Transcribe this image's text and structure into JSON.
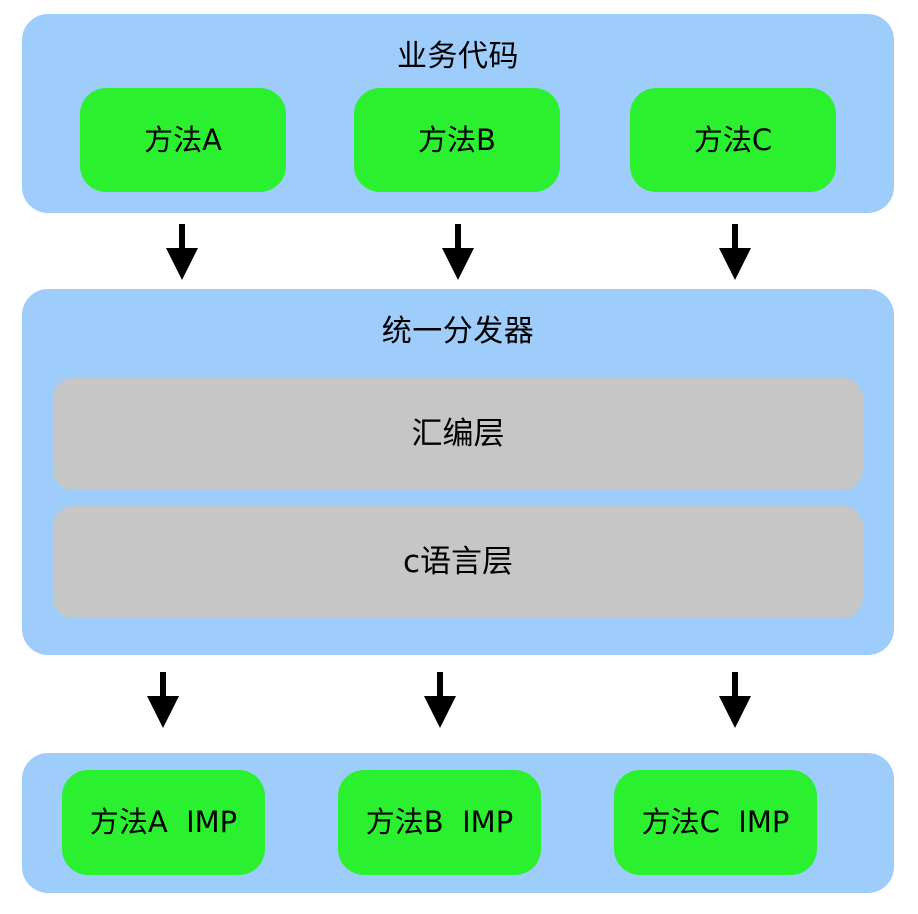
{
  "diagram": {
    "title_semantic": "objc-message-dispatch-layers",
    "colors": {
      "panel_blue": "#9fcdfb",
      "box_green": "#2bf02f",
      "sublayer_gray": "#c6c6c6",
      "text_black": "#000000",
      "background": "#ffffff",
      "arrow": "#000000"
    },
    "layers": [
      {
        "id": "business",
        "title": "业务代码",
        "boxes": [
          {
            "id": "method-a",
            "label": "方法A"
          },
          {
            "id": "method-b",
            "label": "方法B"
          },
          {
            "id": "method-c",
            "label": "方法C"
          }
        ]
      },
      {
        "id": "dispatcher",
        "title": "统一分发器",
        "sublayers": [
          {
            "id": "sublayer-asm",
            "label": "汇编层"
          },
          {
            "id": "sublayer-c",
            "label": "c语言层"
          }
        ]
      },
      {
        "id": "imp",
        "title": "",
        "boxes": [
          {
            "id": "imp-a",
            "label": "方法A  IMP"
          },
          {
            "id": "imp-b",
            "label": "方法B  IMP"
          },
          {
            "id": "imp-c",
            "label": "方法C  IMP"
          }
        ]
      }
    ],
    "connectors": [
      {
        "id": "arrow-1-a",
        "icon": "arrow-down-icon",
        "from": "method-a",
        "to": "dispatcher"
      },
      {
        "id": "arrow-1-b",
        "icon": "arrow-down-icon",
        "from": "method-b",
        "to": "dispatcher"
      },
      {
        "id": "arrow-1-c",
        "icon": "arrow-down-icon",
        "from": "method-c",
        "to": "dispatcher"
      },
      {
        "id": "arrow-2-a",
        "icon": "arrow-down-icon",
        "from": "dispatcher",
        "to": "imp-a"
      },
      {
        "id": "arrow-2-b",
        "icon": "arrow-down-icon",
        "from": "dispatcher",
        "to": "imp-b"
      },
      {
        "id": "arrow-2-c",
        "icon": "arrow-down-icon",
        "from": "dispatcher",
        "to": "imp-c"
      }
    ]
  }
}
